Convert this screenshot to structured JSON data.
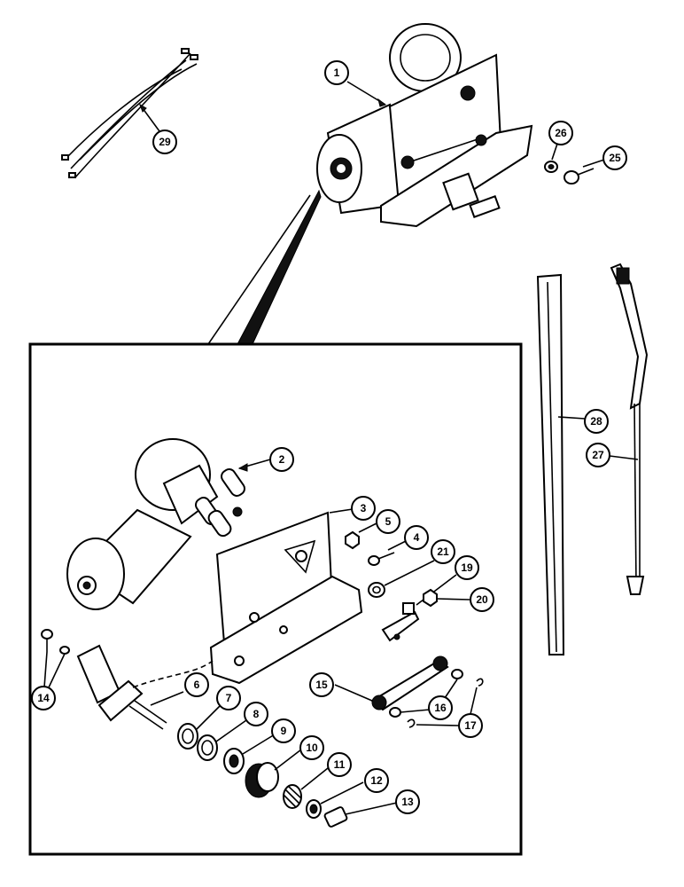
{
  "callouts": {
    "c1": "1",
    "c2": "2",
    "c3": "3",
    "c4": "4",
    "c5": "5",
    "c6": "6",
    "c7": "7",
    "c8": "8",
    "c9": "9",
    "c10": "10",
    "c11": "11",
    "c12": "12",
    "c13": "13",
    "c14": "14",
    "c15": "15",
    "c16": "16",
    "c17": "17",
    "c19": "19",
    "c20": "20",
    "c21": "21",
    "c25": "25",
    "c26": "26",
    "c27": "27",
    "c28": "28",
    "c29": "29"
  },
  "colors": {
    "ink": "#000000",
    "paper": "#ffffff"
  }
}
